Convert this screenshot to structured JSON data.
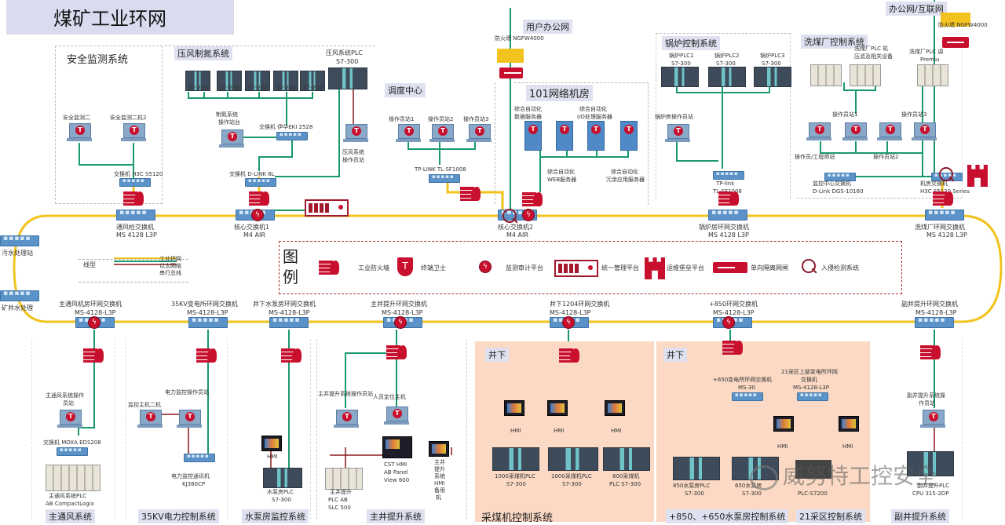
{
  "title": "煤矿工业环网",
  "colors": {
    "ring": "#f2c31e",
    "ethernet": "#1a9a6a",
    "serial": "#8b1a1a",
    "security_red": "#c8102e",
    "zone_label_bg": "#dfe1f0",
    "underground_bg": "#fbd9c4"
  },
  "top_external": {
    "user_office": "用户办公网",
    "office_internet": "办公网/互联网",
    "firewall_left_label": "防火墙 NGFW4000",
    "firewall_right_label": "防火墙 NGFW4000"
  },
  "zones_top": [
    {
      "name": "安全监测系统",
      "pcs": [
        "安全监测二",
        "安全监测二机2"
      ],
      "switch": "交换机 H3C S5120",
      "ring_switch": [
        "通风检交换机",
        "MS 4128 L3P"
      ]
    },
    {
      "name": "压风制氮系统",
      "plcs": [
        [
          "压风机1",
          "号PLC",
          "S7-200"
        ],
        [
          "空压机2",
          "号PLC",
          "S7-200"
        ],
        [
          "空压机3",
          "号PLC",
          "S7-200"
        ],
        [
          "压风机2",
          "号PLC",
          "S7-200"
        ],
        [
          "制氮系统",
          "PLC",
          "S7-200"
        ]
      ],
      "main_plc": [
        "压风系统PLC",
        "S7-300"
      ],
      "op_station": [
        "制氮系统",
        "操作站台"
      ],
      "switch1": "交换机 伊华EKI 2528",
      "switch2": "交换机 D-LINK 8L",
      "right_station": [
        "压风系统",
        "操作员站"
      ],
      "ring_switch": [
        "核心交换机1",
        "M4 AIR"
      ]
    },
    {
      "name": "调度中心",
      "pcs": [
        "操作员站1",
        "操作员站2",
        "操作员站3"
      ],
      "switch": "TP-LINK TL-SF1008",
      "ring_switch": [
        "核心交换机2",
        "M4 AIR"
      ]
    },
    {
      "name": "101网络机房",
      "servers": [
        [
          "综合自动化",
          "数据服务器"
        ],
        [
          "综合自动化",
          "WEB服务器"
        ],
        [
          "综合自动化",
          "I/O处理服务器"
        ],
        [
          "综合自动化",
          "冗余应用服务器"
        ]
      ]
    },
    {
      "name": "锅炉控制系统",
      "plcs": [
        [
          "锅炉PLC1",
          "S7-300"
        ],
        [
          "锅炉PLC2",
          "S7-300"
        ],
        [
          "锅炉PLC3",
          "S7-300"
        ]
      ],
      "op_station": "锅炉房操作员站",
      "switch": [
        "TP-link",
        "TL-SF1008"
      ],
      "ring_switch": [
        "锅炉房环网交换机",
        "MS 4128 L3P"
      ]
    },
    {
      "name": "洗煤厂控制系统",
      "plc_labels": [
        [
          "洗煤厂PLC 机",
          "压滤及相关设备"
        ],
        [
          "洗煤厂PLC 调",
          "Premiu"
        ]
      ],
      "pcs": [
        "操作员站1",
        "操作员站3"
      ],
      "pc_bottom_labels": [
        "操作员/工程师站",
        "操作员站2"
      ],
      "switch1": [
        "监控中心交换机",
        "D-Link DGS-10160"
      ],
      "switch2": [
        "机房交换机",
        "H3C S5120 Series"
      ],
      "ring_switch": [
        "洗煤厂环网交换机",
        "MS 4128 L3P"
      ]
    }
  ],
  "ring_left": [
    {
      "label": "污水处理站"
    },
    {
      "label": "矿井水处理"
    }
  ],
  "line_types": {
    "title": "线型",
    "items": [
      "工业环网",
      "以太网络",
      "串行总线"
    ]
  },
  "legend": {
    "title": "图例",
    "items": [
      "工业防火墙",
      "终端卫士",
      "监测审计平台",
      "统一管理平台",
      "运维堡垒平台",
      "单向隔离网闸",
      "入侵检测系统"
    ]
  },
  "ring_bottom_switches": [
    {
      "name": "主通风机房环网交换机",
      "model": "MS-4128-L3P"
    },
    {
      "name": "35KV变电所环网交换机",
      "model": "MS-4128-L3P"
    },
    {
      "name": "井下水泵房环网交换机",
      "model": "MS-4128-L3P"
    },
    {
      "name": "主井提升环网交换机",
      "model": "MS-4128-L3P"
    },
    {
      "name": "井下1204环网交换机",
      "model": "MS-4128-L3P"
    },
    {
      "name": "+850环网交换机",
      "model": "MS-4128-L3P"
    },
    {
      "name": "副井提升环网交换机",
      "model": "MS-4128-L3P"
    }
  ],
  "zones_bottom": [
    {
      "name": "主通风系统",
      "pc": [
        "主通风系统操作",
        "员站"
      ],
      "switch": "交换机 MOXA EDS208",
      "plc": [
        "主通风系统PLC",
        "AB CompactLogix"
      ]
    },
    {
      "name": "35KV电力控制系统",
      "pcs": [
        "监控主机二机",
        "电力监控操作员站"
      ],
      "device": [
        "电力监控通讯机",
        "KJ380CP"
      ]
    },
    {
      "name": "水泵房监控系统",
      "hmi": "HMI",
      "plc": [
        "水泵房PLC",
        "S7-300"
      ]
    },
    {
      "name": "主井提升系统",
      "pcs": [
        "主井提升系统操作员站",
        "人员定位主机"
      ],
      "plc": [
        "主井提升",
        "PLC AB",
        "SLC 500"
      ],
      "hmi_main": [
        "CST HMI",
        "AB Panel",
        "View 600"
      ],
      "hmi_side": [
        "主井",
        "提升",
        "系统",
        "HMI",
        "备用",
        "机"
      ]
    },
    {
      "name": "采煤机控制系统",
      "tag": "井下",
      "hmi": [
        "HMI",
        "HMI",
        "HMI"
      ],
      "plcs": [
        [
          "1000采煤机PLC",
          "S7-300"
        ],
        [
          "1000采煤机PLC",
          "S7-300"
        ],
        [
          "800采煤机",
          "PLC S7-300"
        ]
      ]
    },
    {
      "name": "+850、+650水泵房控制系统",
      "tag": "井下",
      "switch1": [
        "+650变电所环网交换机",
        "MS-30"
      ],
      "plcs": [
        [
          "850水泵房PLC",
          "S7-300"
        ],
        [
          "650水泵房",
          "S7-300"
        ]
      ],
      "hmi": "HMI"
    },
    {
      "name": "21采区控制系统",
      "switch": [
        "21采区上部变电所环网",
        "交换机",
        "MS-4128-L3P"
      ],
      "plc": "PLC-S7200",
      "hmi": "HMI"
    },
    {
      "name": "副井提升系统",
      "pc": [
        "副井提升系统操",
        "作员站"
      ],
      "plc": [
        "副井提升PLC",
        "CPU 315-2DP"
      ]
    }
  ],
  "watermark": "威努特工控安全"
}
